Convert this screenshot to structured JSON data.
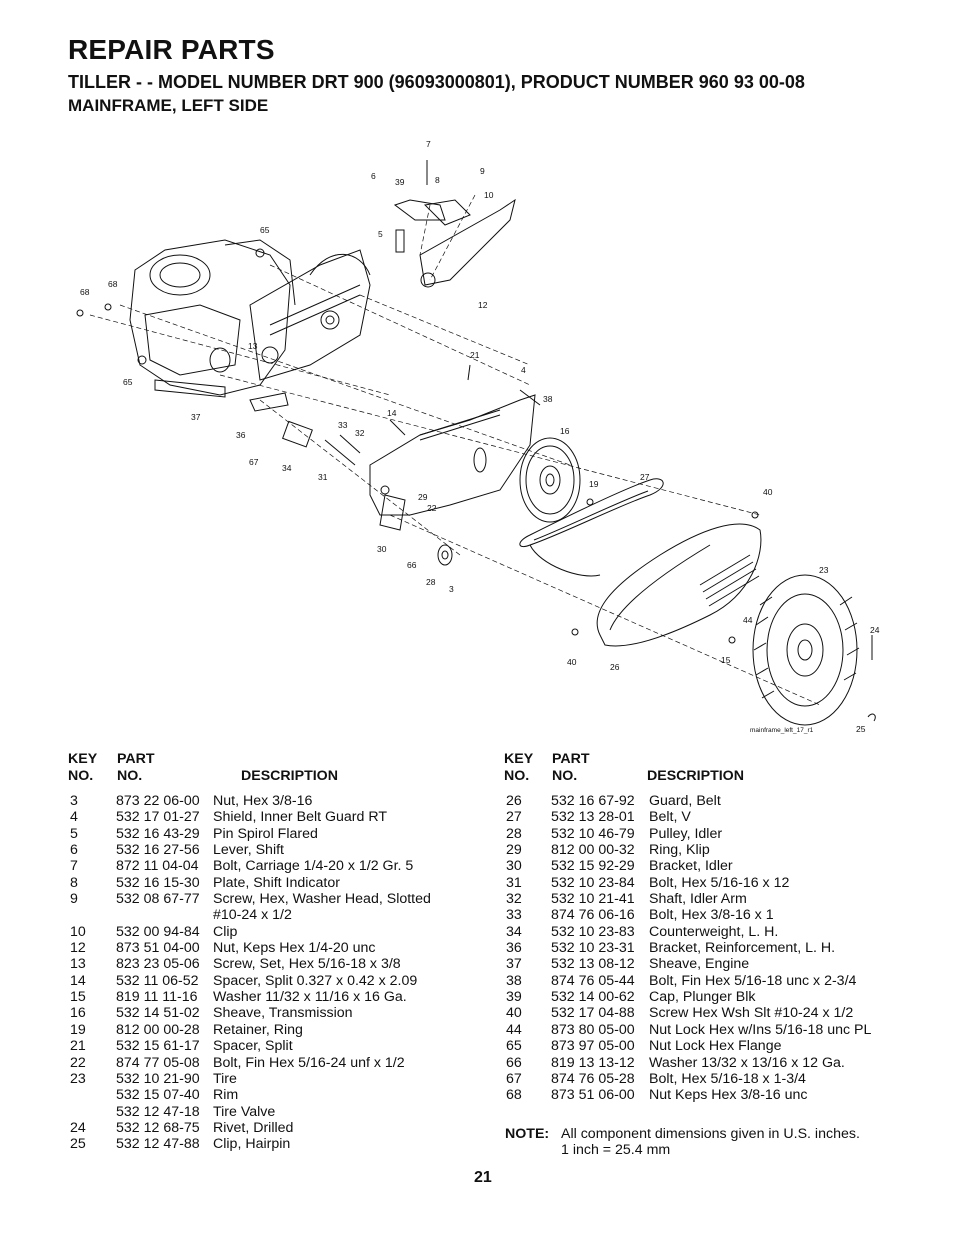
{
  "header": {
    "title": "REPAIR PARTS",
    "subtitle": "TILLER - - MODEL NUMBER DRT 900 (96093000801), PRODUCT NUMBER 960 93 00-08",
    "section": "MAINFRAME, LEFT SIDE"
  },
  "diagram": {
    "image_ref": "mainframe_left_17_r1",
    "callouts": [
      "7",
      "6",
      "39",
      "8",
      "9",
      "10",
      "5",
      "65",
      "12",
      "68",
      "68",
      "13",
      "21",
      "65",
      "37",
      "4",
      "38",
      "14",
      "36",
      "33",
      "32",
      "16",
      "67",
      "34",
      "31",
      "19",
      "27",
      "40",
      "29",
      "22",
      "30",
      "66",
      "28",
      "3",
      "23",
      "24",
      "44",
      "40",
      "26",
      "15",
      "25"
    ]
  },
  "table_headers": {
    "key1": "KEY",
    "key2": "NO.",
    "part1": "PART",
    "part2": "NO.",
    "description": "DESCRIPTION"
  },
  "parts_left": [
    {
      "key": "3",
      "part": "873 22 06-00",
      "desc": "Nut, Hex  3/8-16"
    },
    {
      "key": "4",
      "part": "532 17 01-27",
      "desc": "Shield, Inner Belt Guard RT"
    },
    {
      "key": "5",
      "part": "532 16 43-29",
      "desc": "Pin Spirol Flared"
    },
    {
      "key": "6",
      "part": "532 16 27-56",
      "desc": "Lever, Shift"
    },
    {
      "key": "7",
      "part": "872 11 04-04",
      "desc": "Bolt, Carriage  1/4-20 x 1/2 Gr. 5"
    },
    {
      "key": "8",
      "part": "532 16 15-30",
      "desc": "Plate, Shift Indicator"
    },
    {
      "key": "9",
      "part": "532 08 67-77",
      "desc": "Screw, Hex, Washer Head, Slotted"
    },
    {
      "key": "",
      "part": "",
      "desc": "#10-24 x 1/2"
    },
    {
      "key": "10",
      "part": "532 00 94-84",
      "desc": "Clip"
    },
    {
      "key": "12",
      "part": "873 51 04-00",
      "desc": "Nut, Keps Hex  1/4-20 unc"
    },
    {
      "key": "13",
      "part": "823 23 05-06",
      "desc": "Screw, Set, Hex  5/16-18 x 3/8"
    },
    {
      "key": "14",
      "part": "532 11 06-52",
      "desc": "Spacer, Split   0.327 x 0.42 x 2.09"
    },
    {
      "key": "15",
      "part": "819 11 11-16",
      "desc": "Washer  11/32 x 11/16 x 16 Ga."
    },
    {
      "key": "16",
      "part": "532 14 51-02",
      "desc": "Sheave, Transmission"
    },
    {
      "key": "19",
      "part": "812 00 00-28",
      "desc": "Retainer, Ring"
    },
    {
      "key": "21",
      "part": "532 15 61-17",
      "desc": "Spacer, Split"
    },
    {
      "key": "22",
      "part": "874 77 05-08",
      "desc": "Bolt, Fin Hex 5/16-24 unf x 1/2"
    },
    {
      "key": "23",
      "part": "532 10 21-90",
      "desc": "Tire"
    },
    {
      "key": "",
      "part": "532 15 07-40",
      "desc": "Rim"
    },
    {
      "key": "",
      "part": "532 12 47-18",
      "desc": "Tire Valve"
    },
    {
      "key": "24",
      "part": "532 12 68-75",
      "desc": "Rivet, Drilled"
    },
    {
      "key": "25",
      "part": "532 12 47-88",
      "desc": "Clip, Hairpin"
    }
  ],
  "parts_right": [
    {
      "key": "26",
      "part": "532 16 67-92",
      "desc": "Guard, Belt"
    },
    {
      "key": "27",
      "part": "532 13 28-01",
      "desc": "Belt, V"
    },
    {
      "key": "28",
      "part": "532 10 46-79",
      "desc": "Pulley, Idler"
    },
    {
      "key": "29",
      "part": "812 00 00-32",
      "desc": "Ring, Klip"
    },
    {
      "key": "30",
      "part": "532 15 92-29",
      "desc": "Bracket, Idler"
    },
    {
      "key": "31",
      "part": "532 10 23-84",
      "desc": "Bolt, Hex  5/16-16 x 12"
    },
    {
      "key": "32",
      "part": "532 10 21-41",
      "desc": "Shaft, Idler Arm"
    },
    {
      "key": "33",
      "part": "874 76 06-16",
      "desc": "Bolt, Hex  3/8-16 x 1"
    },
    {
      "key": "34",
      "part": "532 10 23-83",
      "desc": "Counterweight, L. H."
    },
    {
      "key": "36",
      "part": "532 10 23-31",
      "desc": "Bracket, Reinforcement, L. H."
    },
    {
      "key": "37",
      "part": "532 13 08-12",
      "desc": "Sheave, Engine"
    },
    {
      "key": "38",
      "part": "874 76 05-44",
      "desc": "Bolt, Fin Hex 5/16-18 unc x 2-3/4"
    },
    {
      "key": "39",
      "part": "532 14 00-62",
      "desc": "Cap, Plunger Blk"
    },
    {
      "key": "40",
      "part": "532 17 04-88",
      "desc": "Screw Hex Wsh Slt #10-24 x 1/2"
    },
    {
      "key": "44",
      "part": "873 80 05-00",
      "desc": "Nut Lock Hex w/Ins 5/16-18 unc PL"
    },
    {
      "key": "65",
      "part": "873 97 05-00",
      "desc": "Nut Lock Hex Flange"
    },
    {
      "key": "66",
      "part": "819 13 13-12",
      "desc": "Washer 13/32 x 13/16 x 12 Ga."
    },
    {
      "key": "67",
      "part": "874 76 05-28",
      "desc": "Bolt, Hex  5/16-18 x 1-3/4"
    },
    {
      "key": "68",
      "part": "873 51 06-00",
      "desc": "Nut Keps Hex 3/8-16 unc"
    }
  ],
  "note": {
    "label": "NOTE:",
    "line1": "All component dimensions given in U.S. inches.",
    "line2": "1 inch = 25.4 mm"
  },
  "page_number": "21"
}
